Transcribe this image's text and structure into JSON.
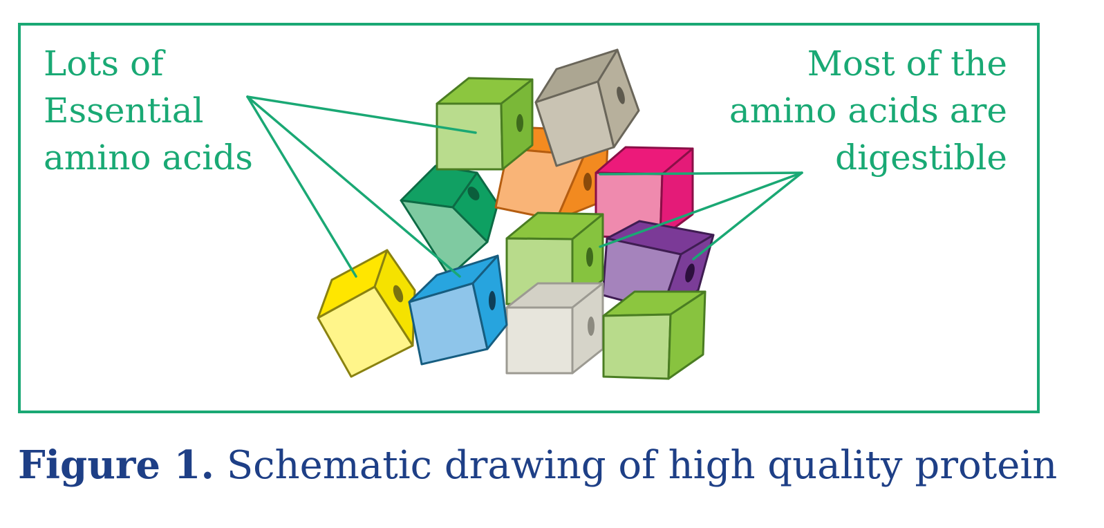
{
  "diagram": {
    "left_label": "Lots of\nEssential\namino acids",
    "right_label": "Most of the\namino acids are\ndigestible",
    "accent_color": "#1aa874"
  },
  "caption": {
    "label": "Figure 1.",
    "text": "Schematic drawing of high quality protein",
    "color": "#1e3f86"
  },
  "cubes": [
    {
      "name": "cube-green-top",
      "top": "#8cc63f",
      "front": "#b9dc8d",
      "side": "#7ab838"
    },
    {
      "name": "cube-taupe",
      "top": "#aca692",
      "front": "#c9c3b3",
      "side": "#b7b09c"
    },
    {
      "name": "cube-orange",
      "top": "#f48b20",
      "front": "#f9b477",
      "side": "#f28a20"
    },
    {
      "name": "cube-pink",
      "top": "#ec1a7a",
      "front": "#ef8aae",
      "side": "#e41b78"
    },
    {
      "name": "cube-teal",
      "top": "#11a063",
      "front": "#7fcaa1",
      "side": "#0ea062"
    },
    {
      "name": "cube-green-middle",
      "top": "#8cc63f",
      "front": "#b8db8b",
      "side": "#86c33f"
    },
    {
      "name": "cube-purple",
      "top": "#7b3a97",
      "front": "#a583bc",
      "side": "#7b3d98"
    },
    {
      "name": "cube-yellow",
      "top": "#ffe600",
      "front": "#fff58a",
      "side": "#f5e200"
    },
    {
      "name": "cube-blue",
      "top": "#28a5df",
      "front": "#8ec5ea",
      "side": "#27a4de"
    },
    {
      "name": "cube-white",
      "top": "#d3d1c6",
      "front": "#e7e5dc",
      "side": "#d6d4c9"
    },
    {
      "name": "cube-green-bottom",
      "top": "#8cc63f",
      "front": "#b8db8b",
      "side": "#88c33f"
    }
  ]
}
